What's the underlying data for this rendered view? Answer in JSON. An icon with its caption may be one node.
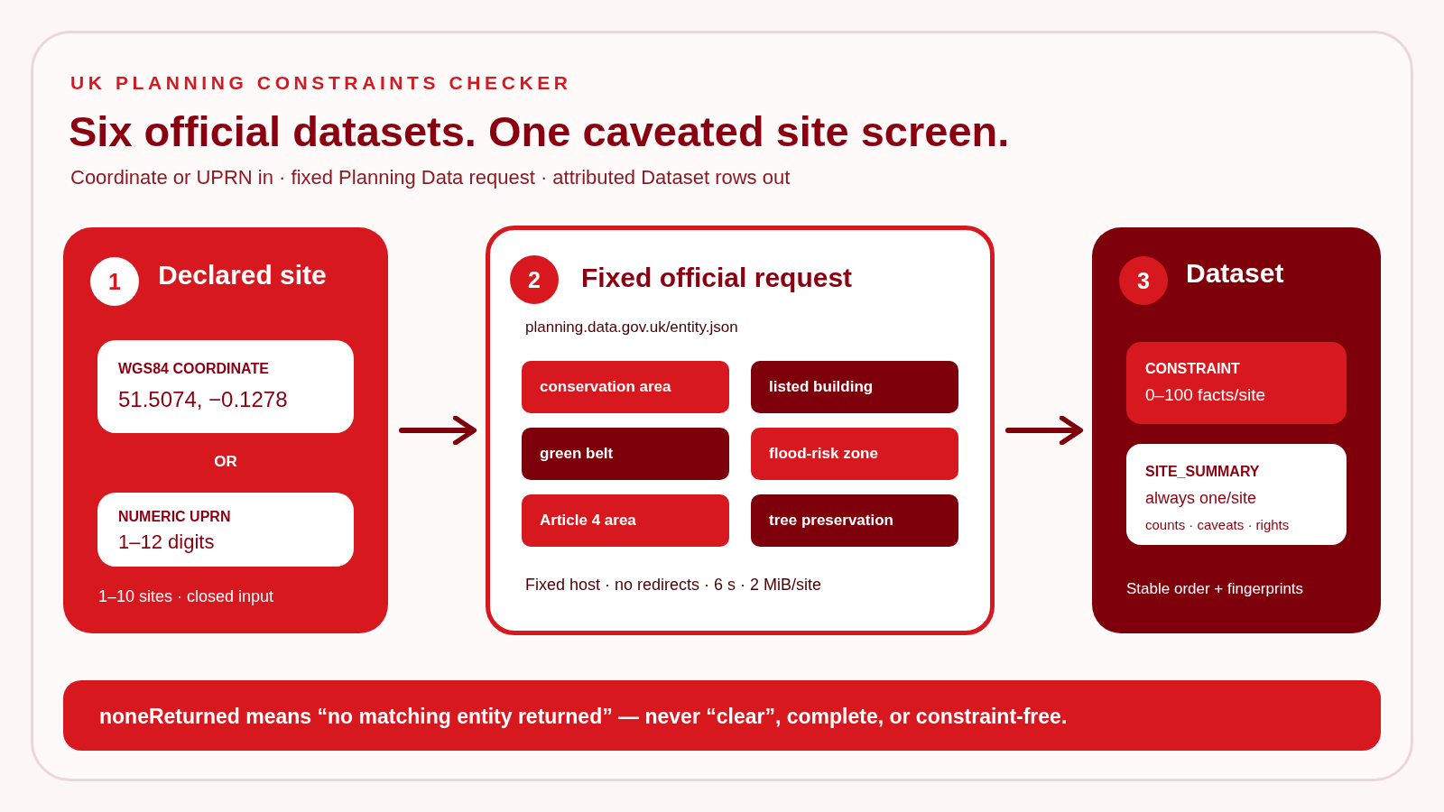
{
  "diagram": {
    "title": "Six official datasets. One caveated site screen.",
    "nodes": [
      {
        "text": [
          "1",
          "Declared site",
          "OR",
          "1–10 sites · closed input"
        ]
      },
      {
        "text": [
          "WGS84 COORDINATE",
          "51.5074, −0.1278"
        ],
        "in": 0
      },
      {
        "text": [
          "NUMERIC UPRN",
          "1–12 digits"
        ],
        "in": 0
      },
      {
        "text": [
          "2",
          "Fixed official request",
          "planning.data.gov.uk/entity.json",
          "Fixed host · no redirects · 6 s · 2 MiB/site"
        ]
      },
      {
        "text": [
          "conservation area"
        ],
        "in": 3
      },
      {
        "text": [
          "listed building"
        ],
        "in": 3
      },
      {
        "text": [
          "green belt"
        ],
        "in": 3
      },
      {
        "text": [
          "flood-risk zone"
        ],
        "in": 3
      },
      {
        "text": [
          "Article 4 area"
        ],
        "in": 3
      },
      {
        "text": [
          "tree preservation"
        ],
        "in": 3
      },
      {
        "text": [
          "3",
          "Dataset",
          "Stable order + fingerprints"
        ]
      },
      {
        "text": [
          "CONSTRAINT",
          "0–100 facts/site"
        ],
        "in": 10
      },
      {
        "text": [
          "SITE_SUMMARY",
          "always one/site",
          "counts · caveats · rights"
        ],
        "in": 10
      },
      {
        "text": [
          "noneReturned means “no matching entity returned” — never “clear”, complete, or constraint-free."
        ]
      }
    ],
    "edges": [
      {
        "from": 0,
        "to": 3,
        "arrow": "to"
      },
      {
        "from": 3,
        "to": 10,
        "arrow": "to"
      }
    ],
    "labels": [
      "UK PLANNING CONSTRAINTS CHECKER",
      "Coordinate or UPRN in · fixed Planning Data request · attributed Dataset rows out"
    ]
  }
}
